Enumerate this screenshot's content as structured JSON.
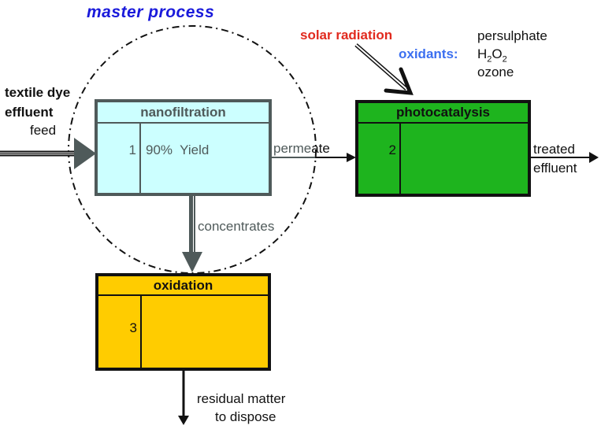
{
  "title": "master process",
  "colors": {
    "title": "#1a1adb",
    "solar": "#e12a1e",
    "oxidants": "#3b6ff0",
    "grey_stream": "#4f5a5a",
    "nanofiltration_fill": "#ccffff",
    "photocatalysis_fill": "#1eb41e",
    "oxidation_fill": "#ffcc00"
  },
  "inputs": {
    "feed_line1": "textile dye",
    "feed_line2": "effluent",
    "feed_line3": "feed",
    "solar": "solar radiation",
    "oxidants_label": "oxidants:",
    "oxidants": [
      "persulphate",
      "H2O2",
      "ozone"
    ]
  },
  "units": [
    {
      "id": 1,
      "name": "nanofiltration",
      "number": "1",
      "note": "90%  Yield"
    },
    {
      "id": 2,
      "name": "photocatalysis",
      "number": "2",
      "note": ""
    },
    {
      "id": 3,
      "name": "oxidation",
      "number": "3",
      "note": ""
    }
  ],
  "streams": {
    "permeate_a": "perme",
    "permeate_b": "ate",
    "concentrates": "concentrates",
    "treated_line1": "treated",
    "treated_line2": "effluent",
    "residual_line1": "residual matter",
    "residual_line2": "to dispose"
  }
}
